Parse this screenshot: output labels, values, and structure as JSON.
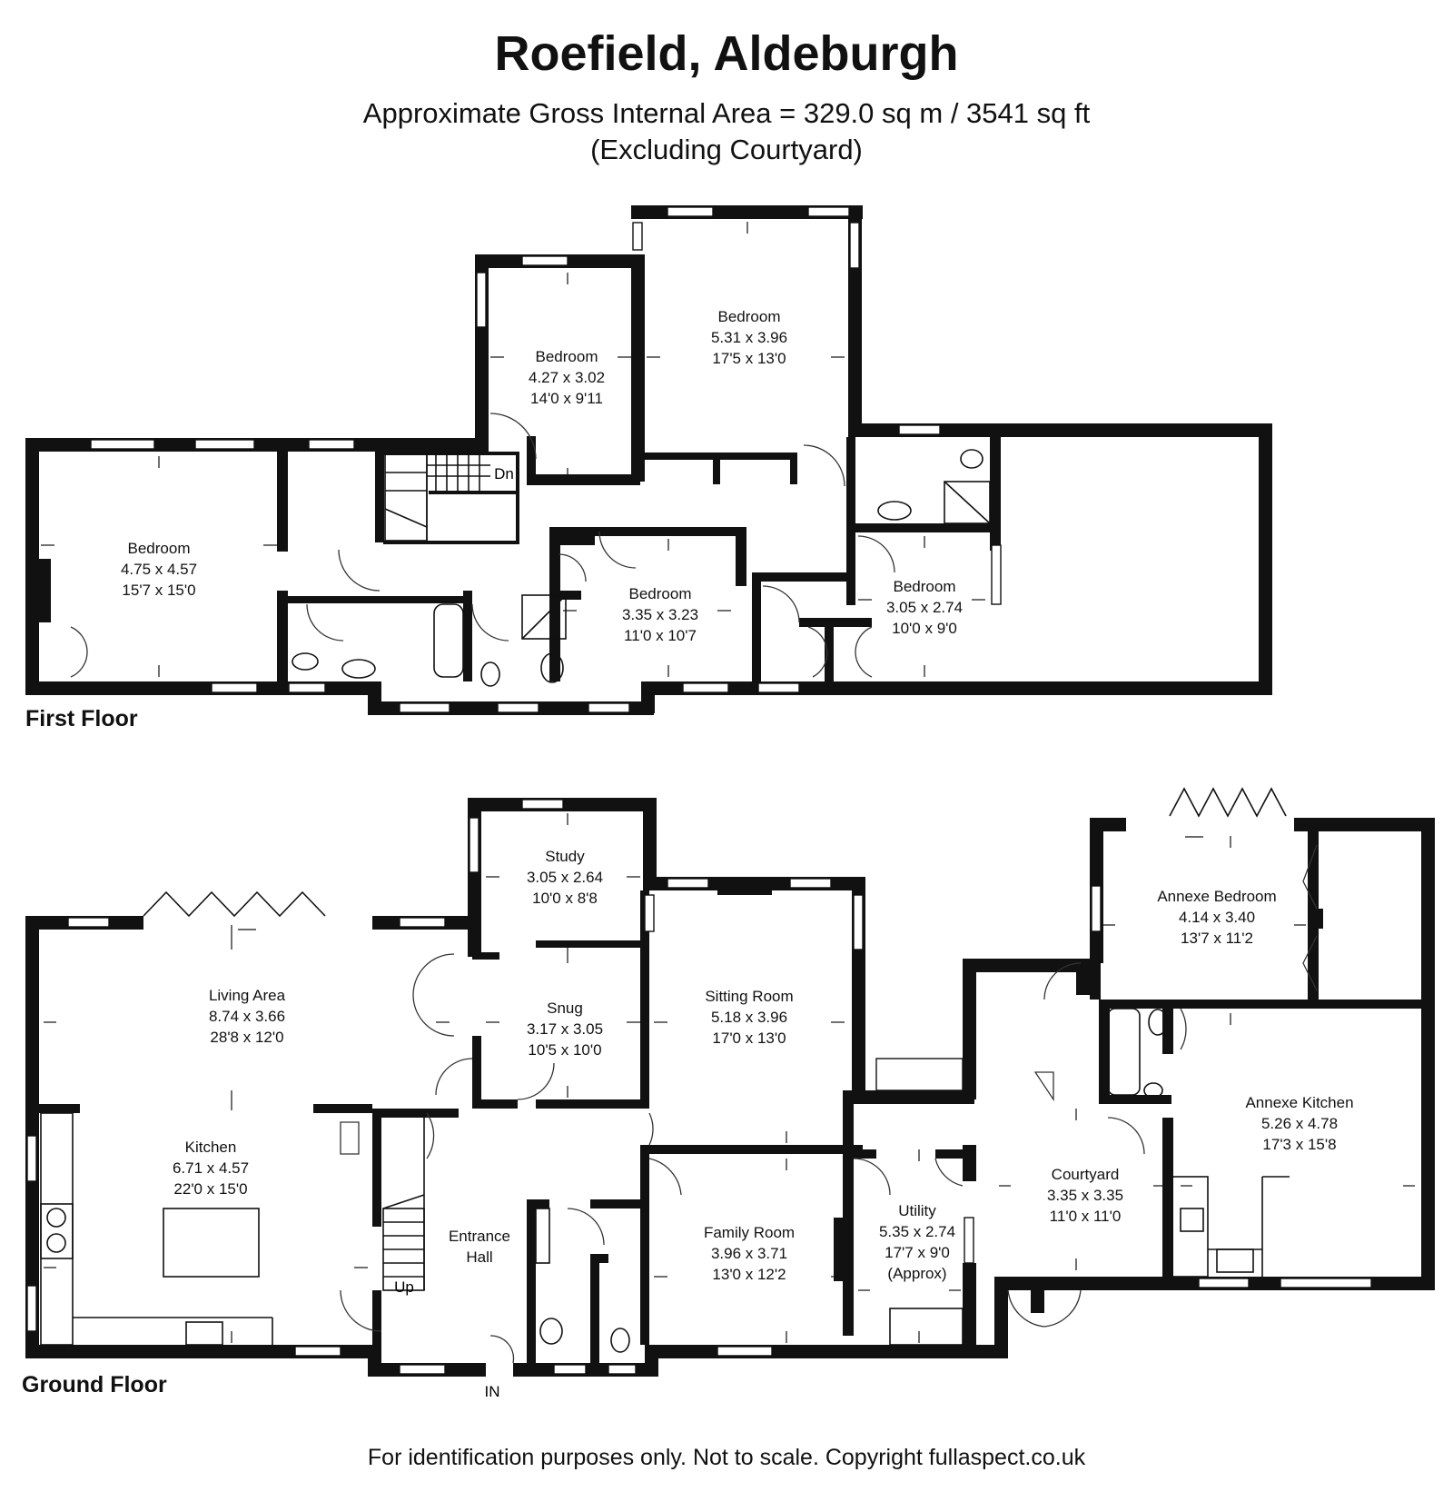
{
  "header": {
    "title": "Roefield, Aldeburgh",
    "area_line": "Approximate Gross Internal Area = 329.0 sq m / 3541 sq ft",
    "note_line": "(Excluding Courtyard)"
  },
  "first_floor": {
    "label": "First Floor",
    "stair_label": "Dn",
    "rooms": [
      {
        "name": "Bedroom",
        "metric": "5.31 x 3.96",
        "imperial": "17'5 x 13'0"
      },
      {
        "name": "Bedroom",
        "metric": "4.27 x 3.02",
        "imperial": "14'0 x 9'11"
      },
      {
        "name": "Bedroom",
        "metric": "4.75 x 4.57",
        "imperial": "15'7 x 15'0"
      },
      {
        "name": "Bedroom",
        "metric": "3.35 x 3.23",
        "imperial": "11'0 x 10'7"
      },
      {
        "name": "Bedroom",
        "metric": "3.05 x 2.74",
        "imperial": "10'0 x 9'0"
      }
    ]
  },
  "ground_floor": {
    "label": "Ground Floor",
    "stair_label": "Up",
    "entry_label": "IN",
    "rooms": [
      {
        "name": "Study",
        "metric": "3.05 x 2.64",
        "imperial": "10'0 x 8'8"
      },
      {
        "name": "Living Area",
        "metric": "8.74 x 3.66",
        "imperial": "28'8 x 12'0"
      },
      {
        "name": "Snug",
        "metric": "3.17 x 3.05",
        "imperial": "10'5 x 10'0"
      },
      {
        "name": "Sitting Room",
        "metric": "5.18 x 3.96",
        "imperial": "17'0 x 13'0"
      },
      {
        "name": "Annexe Bedroom",
        "metric": "4.14 x 3.40",
        "imperial": "13'7 x 11'2"
      },
      {
        "name": "Kitchen",
        "metric": "6.71 x 4.57",
        "imperial": "22'0 x 15'0"
      },
      {
        "name": "Annexe Kitchen",
        "metric": "5.26 x 4.78",
        "imperial": "17'3 x 15'8"
      },
      {
        "name": "Entrance Hall",
        "line2": ""
      },
      {
        "name": "Family Room",
        "metric": "3.96 x 3.71",
        "imperial": "13'0 x 12'2"
      },
      {
        "name": "Utility",
        "metric": "5.35 x 2.74",
        "imperial": "17'7 x 9'0",
        "note": "(Approx)"
      },
      {
        "name": "Courtyard",
        "metric": "3.35 x 3.35",
        "imperial": "11'0 x 11'0"
      }
    ]
  },
  "footer": {
    "text": "For identification purposes only. Not to scale. Copyright fullaspect.co.uk"
  }
}
